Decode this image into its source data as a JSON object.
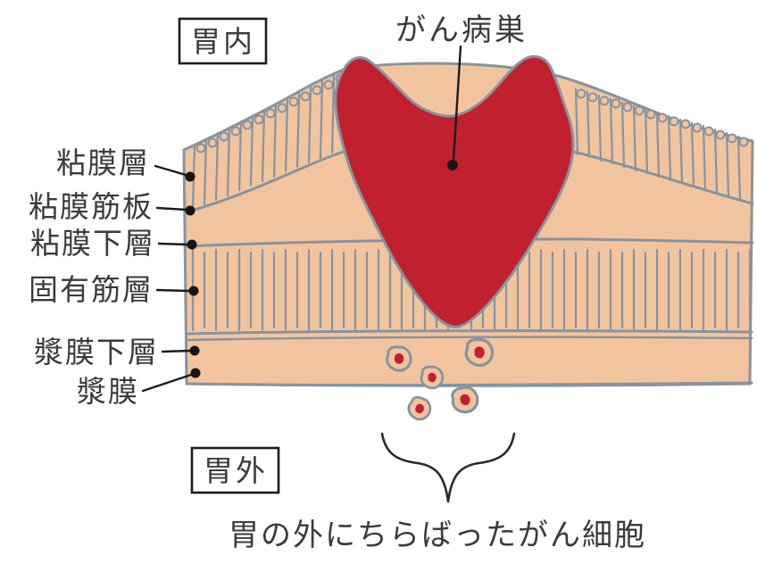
{
  "diagram": {
    "inside_label": "胃内",
    "outside_label": "胃外",
    "lesion_label": "がん病巣",
    "layers": [
      {
        "label": "粘膜層"
      },
      {
        "label": "粘膜筋板"
      },
      {
        "label": "粘膜下層"
      },
      {
        "label": "固有筋層"
      },
      {
        "label": "漿膜下層"
      },
      {
        "label": "漿膜"
      }
    ],
    "caption": "胃の外にちらばったがん細胞",
    "colors": {
      "cancer_red": "#c1202f",
      "wall_tan": "#f2c49e",
      "outline_gray": "#8793a0"
    }
  }
}
